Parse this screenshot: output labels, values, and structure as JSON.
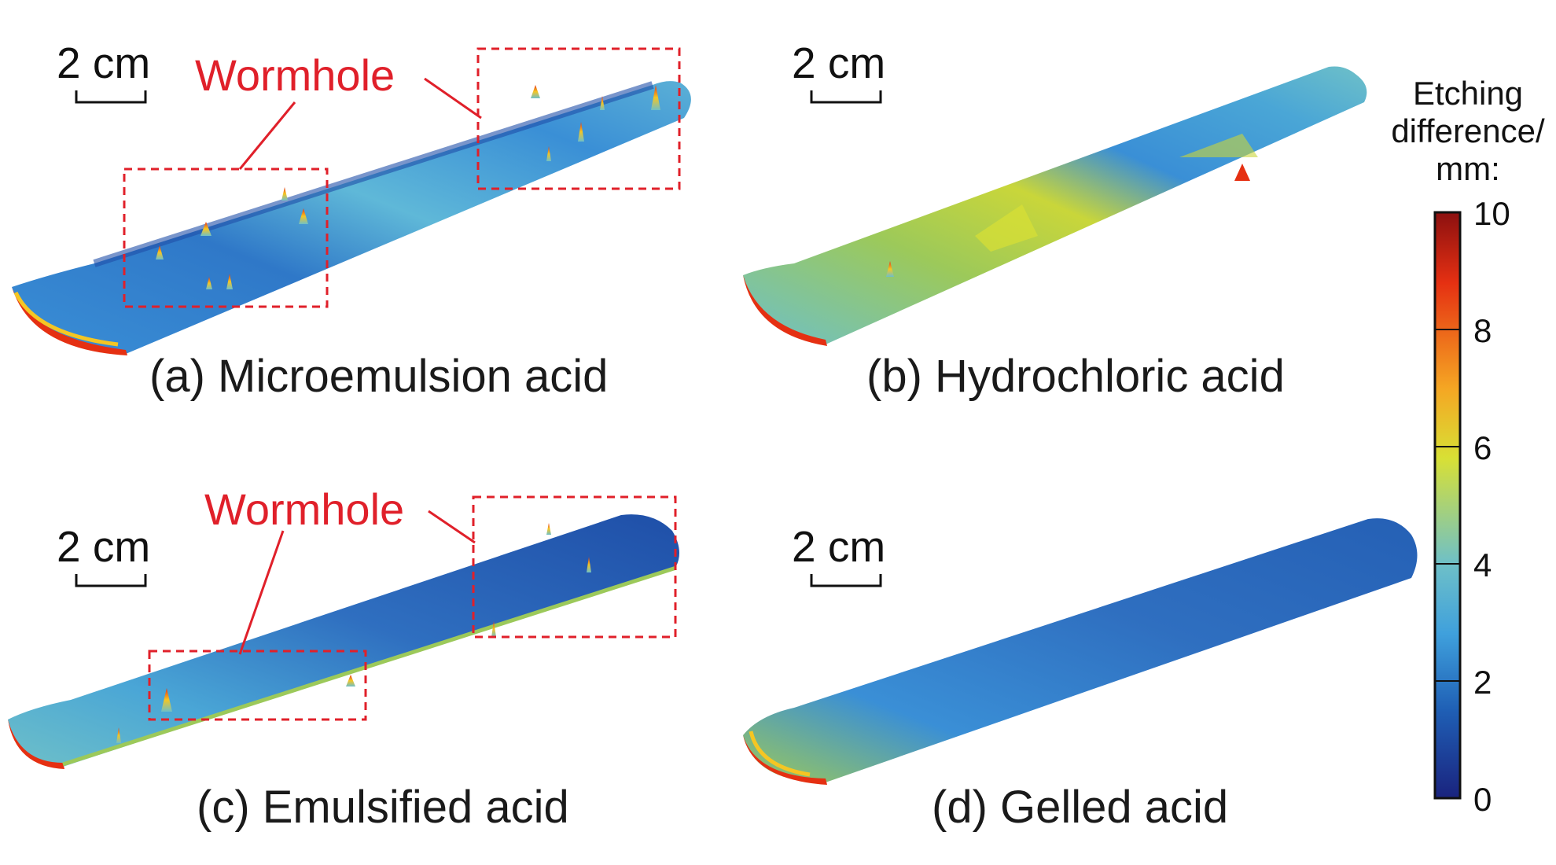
{
  "panels": [
    {
      "id": "a",
      "caption": "(a) Microemulsion acid",
      "scale_label": "2 cm",
      "annotation": "Wormhole"
    },
    {
      "id": "b",
      "caption": "(b) Hydrochloric acid",
      "scale_label": "2 cm"
    },
    {
      "id": "c",
      "caption": "(c) Emulsified acid",
      "scale_label": "2 cm",
      "annotation": "Wormhole"
    },
    {
      "id": "d",
      "caption": "(d) Gelled acid",
      "scale_label": "2 cm"
    }
  ],
  "colorbar": {
    "title_lines": [
      "Etching",
      "difference/",
      "mm:"
    ],
    "ticks": [
      "10",
      "8",
      "6",
      "4",
      "2",
      "0"
    ],
    "colors": [
      "#1a237e",
      "#1f5fb5",
      "#3fa0dc",
      "#6ec0c8",
      "#d8e035",
      "#f5a623",
      "#e53012",
      "#8b1010"
    ]
  },
  "colors": {
    "annotation": "#e0202a",
    "slab_dark": "#1f4fa8",
    "slab_mid": "#3a8fd6",
    "slab_light": "#5fb8d8",
    "slab_yellow": "#c9d63a",
    "edge_red": "#e53012"
  }
}
